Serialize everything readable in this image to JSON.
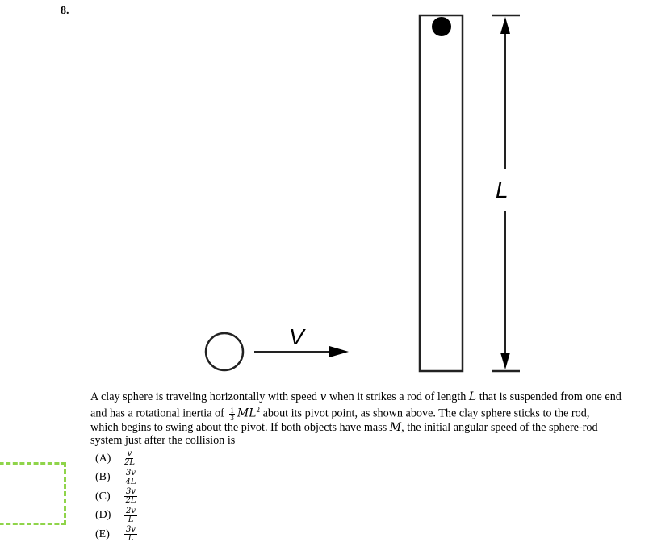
{
  "question": {
    "number": "8.",
    "stem": {
      "line1_a": "A clay sphere is traveling horizontally with speed ",
      "var_v": "v",
      "line1_b": " when it strikes a rod of length ",
      "var_L": "L",
      "line1_c": " that is suspended from one end",
      "line2_a": "and has a rotational inertia of ",
      "frac_num": "1",
      "frac_den": "3",
      "var_ML": "ML",
      "exp": "2",
      "line2_b": " about its pivot point, as shown above. The clay sphere sticks to the rod,",
      "line3_a": "which begins to swing about the pivot. If both objects have mass ",
      "var_M": "M",
      "line3_b": ", the initial angular speed of the sphere-rod",
      "line4": "system just after the collision is"
    },
    "choices": [
      {
        "label": "(A)",
        "num": "v",
        "den": "2L"
      },
      {
        "label": "(B)",
        "num": "3v",
        "den": "4L"
      },
      {
        "label": "(C)",
        "num": "3v",
        "den": "2L"
      },
      {
        "label": "(D)",
        "num": "2v",
        "den": "L"
      },
      {
        "label": "(E)",
        "num": "3v",
        "den": "L"
      }
    ]
  },
  "figure": {
    "velocity_label": "V",
    "length_label": "L"
  },
  "colors": {
    "highlight_box": "#8fd44a"
  }
}
